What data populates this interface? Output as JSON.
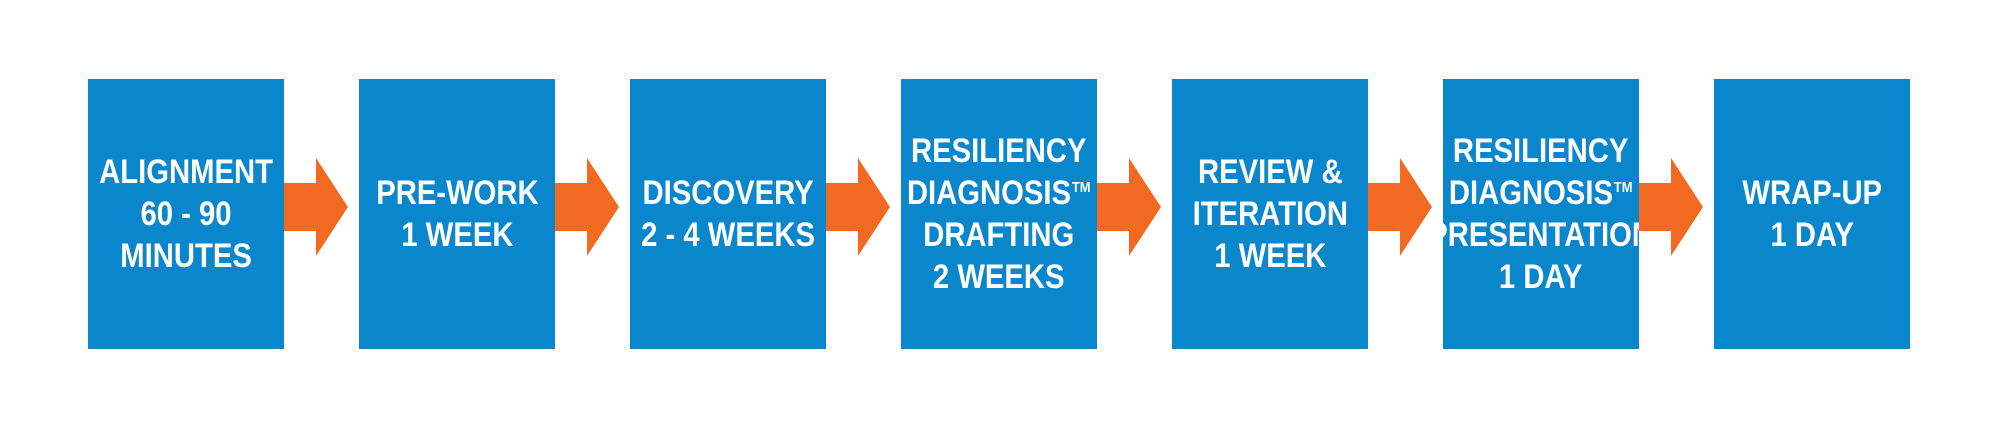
{
  "colors": {
    "box": "#0a87cc",
    "arrow": "#f26a21",
    "text": "#ffffff",
    "background": "#ffffff"
  },
  "steps": [
    {
      "lines": [
        "ALIGNMENT",
        "60 - 90",
        "MINUTES"
      ]
    },
    {
      "lines": [
        "PRE-WORK",
        "1 WEEK"
      ]
    },
    {
      "lines": [
        "DISCOVERY",
        "2 - 4 WEEKS"
      ]
    },
    {
      "lines": [
        "RESILIENCY",
        "DIAGNOSIS",
        "DRAFTING",
        "2 WEEKS"
      ],
      "tm": "TM"
    },
    {
      "lines": [
        "REVIEW &",
        "ITERATION",
        "1 WEEK"
      ]
    },
    {
      "lines": [
        "RESILIENCY",
        "DIAGNOSIS",
        "PRESENTATION",
        "1 DAY"
      ],
      "tm": "TM"
    },
    {
      "lines": [
        "WRAP-UP",
        "1 DAY"
      ]
    }
  ]
}
